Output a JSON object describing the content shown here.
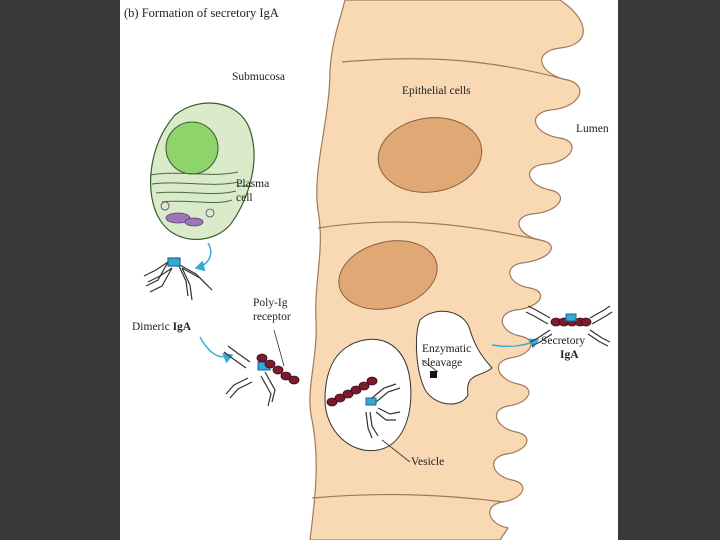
{
  "figure": {
    "title": "(b) Formation of secretory IgA",
    "colors": {
      "background": "#383838",
      "panel": "#ffffff",
      "epithelium": "#f9d9b4",
      "nucleus": "#e0a875",
      "plasma_cell": "#d9ebc9",
      "plasma_nucleus": "#8fd46a",
      "receptor": "#7a1b2e",
      "arrow": "#35a8d8",
      "outline": "#333333"
    },
    "labels": {
      "submucosa": "Submucosa",
      "epithelial_cells": "Epithelial cells",
      "lumen": "Lumen",
      "plasma_cell_line1": "Plasma",
      "plasma_cell_line2": "cell",
      "dimeric_iga_prefix": "Dimeric ",
      "dimeric_iga_bold": "IgA",
      "poly_ig_receptor_line1": "Poly-Ig",
      "poly_ig_receptor_line2": "receptor",
      "enzymatic_cleavage_line1": "Enzymatic",
      "enzymatic_cleavage_line2": "cleavage",
      "secretory_iga_line1": "Secretory",
      "secretory_iga_line2": "IgA",
      "vesicle": "Vesicle"
    }
  }
}
